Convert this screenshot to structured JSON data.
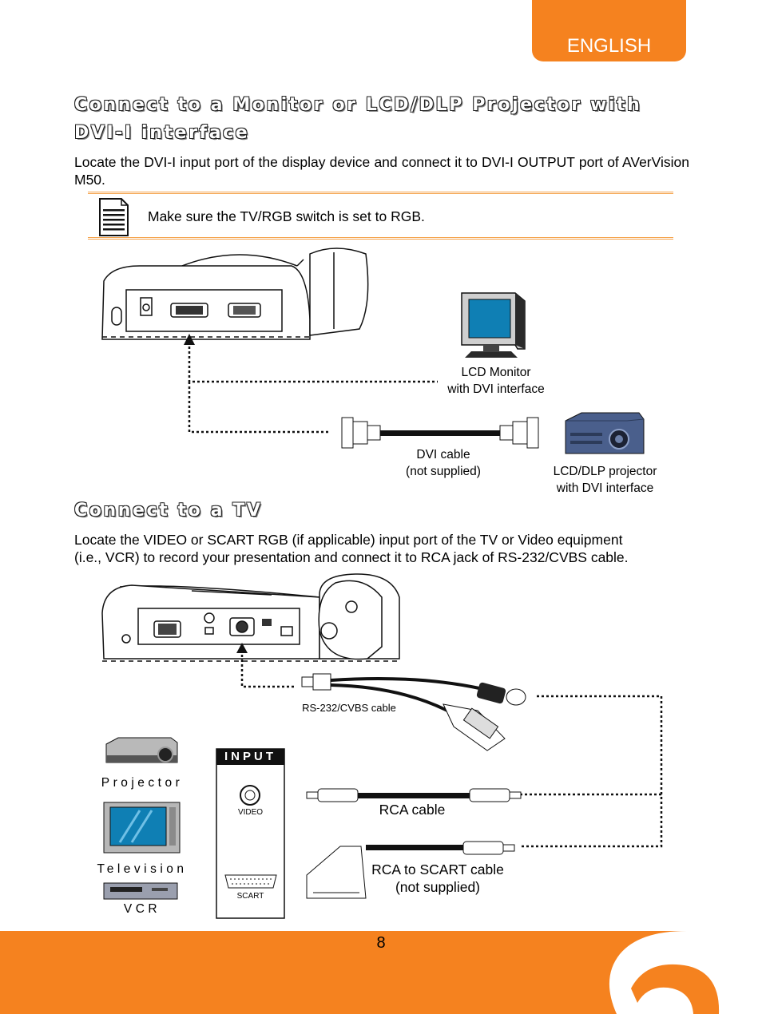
{
  "header": {
    "language_tab": "ENGLISH"
  },
  "section1": {
    "title_line1": "Connect to a Monitor or LCD/DLP Projector with",
    "title_line2": "DVI-I interface",
    "body": "Locate the DVI-I input port of the display device and connect it to DVI-I OUTPUT port of AVerVision M50.",
    "note": "Make sure the TV/RGB switch is set to RGB.",
    "labels": {
      "monitor_line1": "LCD Monitor",
      "monitor_line2": "with DVI interface",
      "cable_line1": "DVI cable",
      "cable_line2": "(not supplied)",
      "projector_line1": "LCD/DLP projector",
      "projector_line2": "with DVI interface"
    }
  },
  "section2": {
    "title": "Connect to a TV",
    "body_line1": "Locate the VIDEO or SCART RGB (if applicable) input port of the TV or Video equipment",
    "body_line2": "(i.e., VCR) to record your presentation and connect it to RCA jack of RS-232/CVBS cable.",
    "labels": {
      "rs232_cable": "RS-232/CVBS cable",
      "projector": "Projector",
      "television": "Television",
      "vcr": "VCR",
      "input_panel_title": "INPUT",
      "video_port": "VIDEO",
      "scart_port": "SCART",
      "rca_cable": "RCA cable",
      "scart_cable_line1": "RCA to SCART cable",
      "scart_cable_line2": "(not supplied)"
    }
  },
  "footer": {
    "page_number": "8"
  },
  "colors": {
    "accent": "#f5821f",
    "note_rule": "#f5a24a",
    "screen_blue": "#0f7fb4"
  }
}
